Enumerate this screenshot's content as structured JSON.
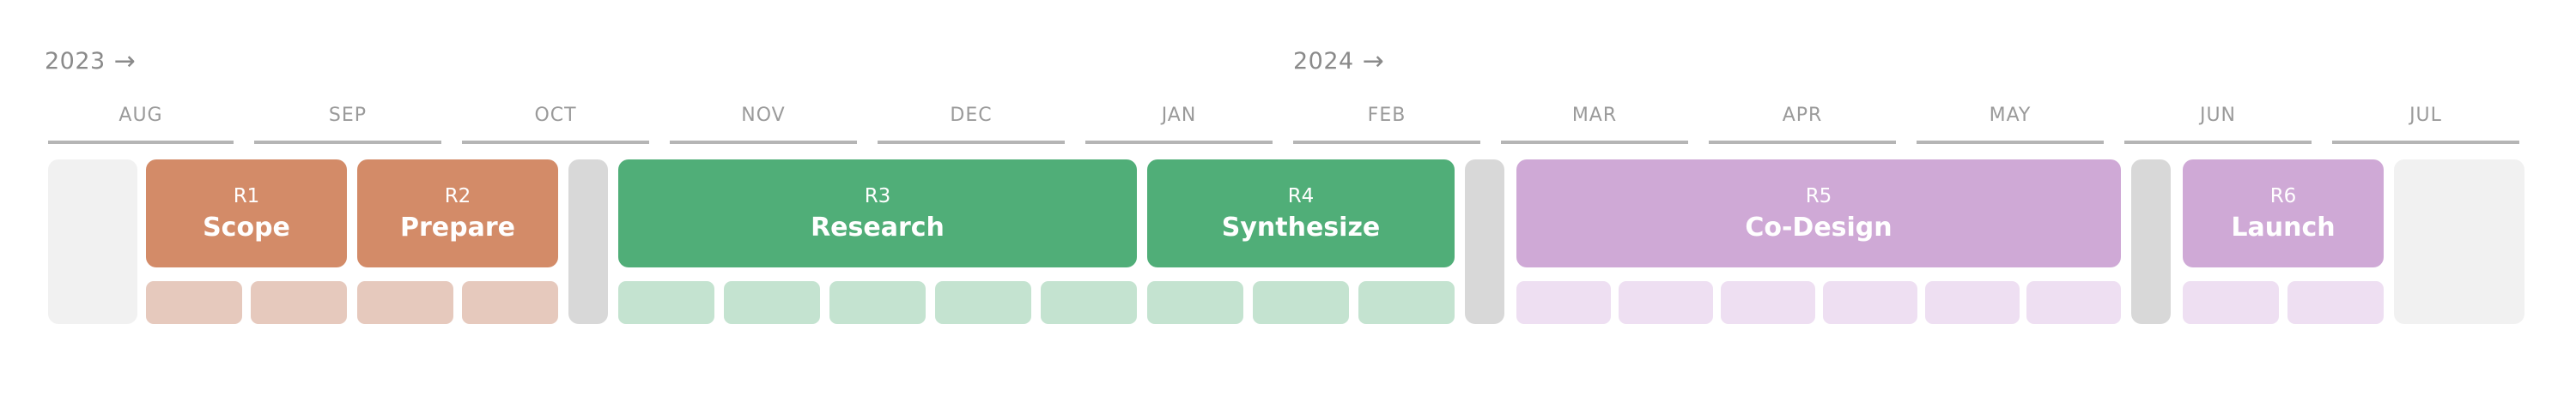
{
  "years": [
    {
      "label": "2023",
      "arrow": "→"
    },
    {
      "label": "2024",
      "arrow": "→"
    }
  ],
  "months": [
    "AUG",
    "SEP",
    "OCT",
    "NOV",
    "DEC",
    "JAN",
    "FEB",
    "MAR",
    "APR",
    "MAY",
    "JUN",
    "JUL"
  ],
  "phases": [
    {
      "code": "R1",
      "name": "Scope"
    },
    {
      "code": "R2",
      "name": "Prepare"
    },
    {
      "code": "R3",
      "name": "Research"
    },
    {
      "code": "R4",
      "name": "Synthesize"
    },
    {
      "code": "R5",
      "name": "Co-Design"
    },
    {
      "code": "R6",
      "name": "Launch"
    }
  ],
  "colors": {
    "orange": "#d38b68",
    "orange_light": "#e6c9bd",
    "green": "#50ae78",
    "green_light": "#c4e3d0",
    "purple": "#cfa9d6",
    "purple_light": "#eedff2",
    "gray": "#d8d8d8",
    "gray_light": "#f1f1f1"
  }
}
